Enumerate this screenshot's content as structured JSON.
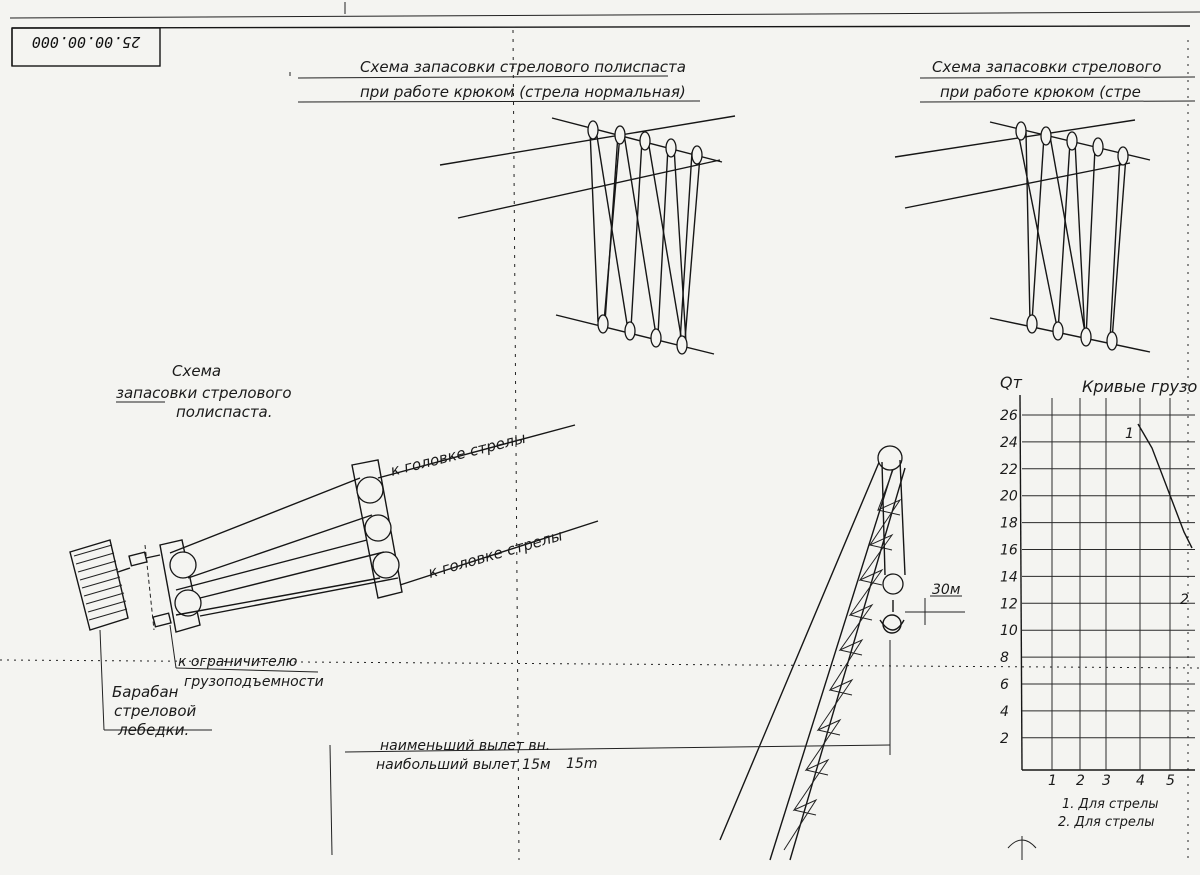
{
  "stamp": {
    "code": "25.00.00.000"
  },
  "scheme_boom": {
    "line1": "Схема запасовки стрелового полиспаста",
    "line2": "при работе крюком (стрела нормальная)"
  },
  "scheme_boom_right": {
    "line1": "Схема запасовки стрелового",
    "line2": "при работе крюком (стре"
  },
  "scheme_load": {
    "title1": "Схема",
    "title2": "запасовки стрелового",
    "title3": "полиспаста.",
    "to_boom_head_1": "к головке стрелы",
    "to_boom_head_2": "к головке стрелы",
    "to_limiter_1": "к ограничителю",
    "to_limiter_2": "грузоподъемности",
    "drum_1": "Барабан",
    "drum_2": "стреловой",
    "drum_3": "лебедки."
  },
  "crane": {
    "height_label": "30м",
    "reach_min": "наименьший вылет вн.",
    "reach_max": "наибольший вылет 15м",
    "reach_value": "15m"
  },
  "load_chart": {
    "q_label": "Qт",
    "title": "Кривые грузо",
    "y_ticks": [
      "26",
      "24",
      "22",
      "20",
      "18",
      "16",
      "14",
      "12",
      "10",
      "8",
      "6",
      "4",
      "2"
    ],
    "x_ticks": [
      "1",
      "2",
      "3",
      "4",
      "5"
    ],
    "curve_label_1": "1",
    "curve_label_2": "2",
    "legend_1": "1. Для стрелы",
    "legend_2": "2. Для стрелы"
  }
}
